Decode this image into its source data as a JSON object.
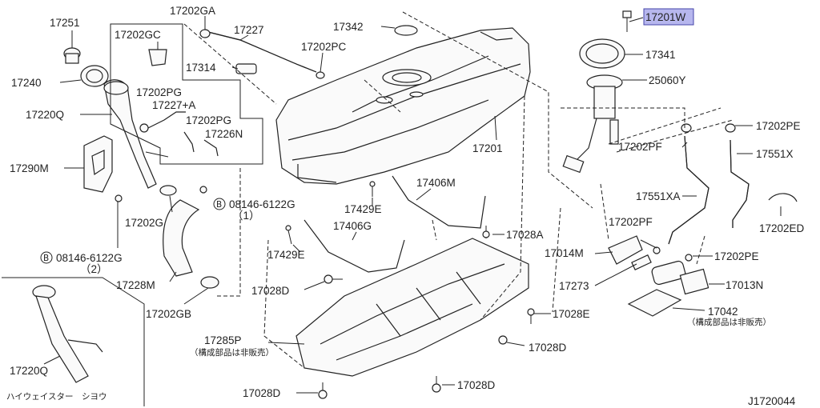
{
  "diagram": {
    "drawing_number": "J1720044",
    "labels": {
      "p17251": "17251",
      "p17240": "17240",
      "p17220Q_top": "17220Q",
      "p17290M": "17290M",
      "p17202GC": "17202GC",
      "p17202PG_a": "17202PG",
      "p17227A": "17227+A",
      "p17202PG_b": "17202PG",
      "p17226N": "17226N",
      "p17202GA": "17202GA",
      "p17227": "17227",
      "p17314": "17314",
      "p17202PC": "17202PC",
      "p17342": "17342",
      "p17201": "17201",
      "p17201W": "17201W",
      "p17341": "17341",
      "p25060Y": "25060Y",
      "p17202PE_top": "17202PE",
      "p17202PF_a": "17202PF",
      "p17551X": "17551X",
      "p17551XA": "17551XA",
      "p17202PF_b": "17202PF",
      "p17202ED": "17202ED",
      "p17202PE_b": "17202PE",
      "p17014M": "17014M",
      "p17273": "17273",
      "p17013N": "17013N",
      "p17042": "17042",
      "p17042_note": "（構成部品は非販売）",
      "p17202G": "17202G",
      "p08146_a": "08146-6122G",
      "p08146_a_qty": "（1）",
      "p08146_b": "08146-6122G",
      "p08146_b_qty": "（2）",
      "p17228M": "17228M",
      "p17202GB": "17202GB",
      "p17429E_a": "17429E",
      "p17406M": "17406M",
      "p17406G": "17406G",
      "p17429E_b": "17429E",
      "p17028A": "17028A",
      "p17028D_a": "17028D",
      "p17028E": "17028E",
      "p17028D_b": "17028D",
      "p17028D_c": "17028D",
      "p17028D_d": "17028D",
      "p17285P": "17285P",
      "p17285P_note": "（構成部品は非販売）",
      "p17220Q_inset": "17220Q",
      "inset_caption": "ハイウェイスター　シヨウ",
      "bolt_symbol_a": "B",
      "bolt_symbol_b": "B"
    },
    "highlighted_part": "17201W",
    "highlight_color": "#b7b7ee"
  }
}
